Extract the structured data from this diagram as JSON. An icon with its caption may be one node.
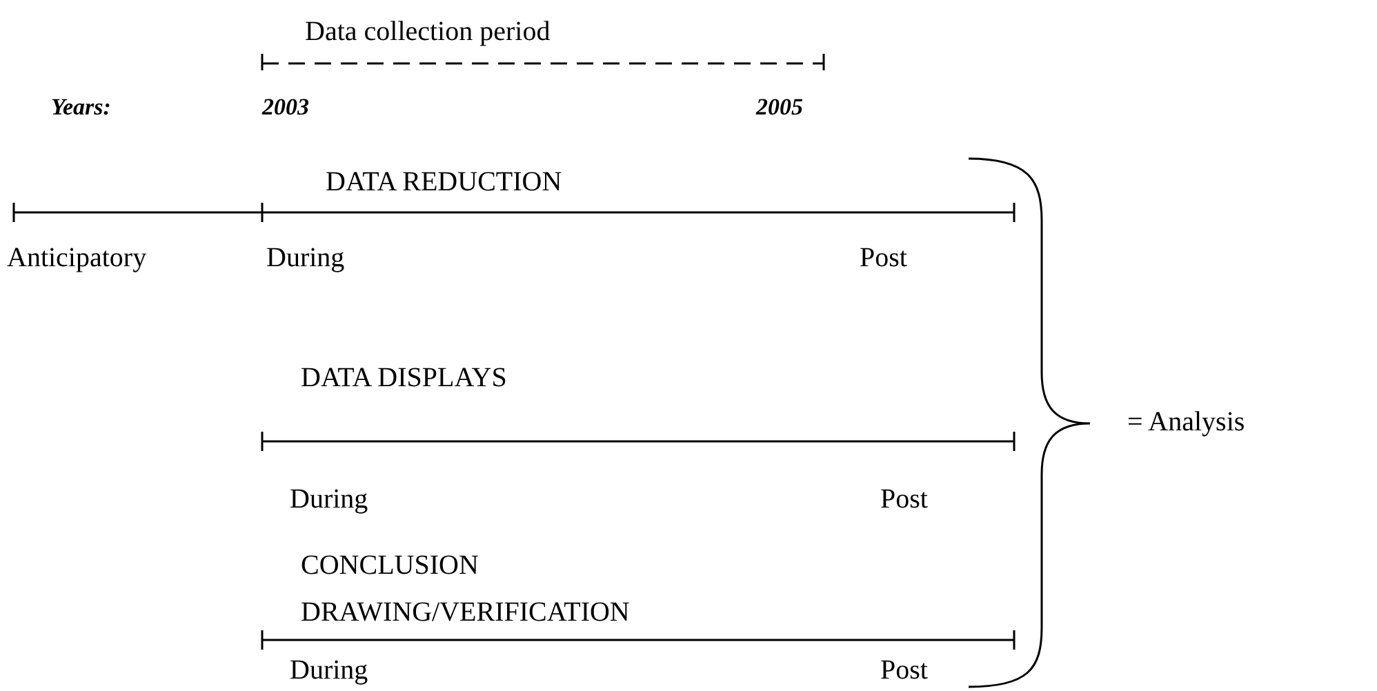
{
  "diagram": {
    "labels": [
      "Data collection period",
      "Years:",
      "2003",
      "2005",
      "DATA REDUCTION",
      "Anticipatory",
      "During",
      "Post",
      "DATA DISPLAYS",
      "During",
      "Post",
      "CONCLUSION DRAWING/VERIFICATION",
      "During",
      "Post",
      "= Analysis"
    ]
  }
}
